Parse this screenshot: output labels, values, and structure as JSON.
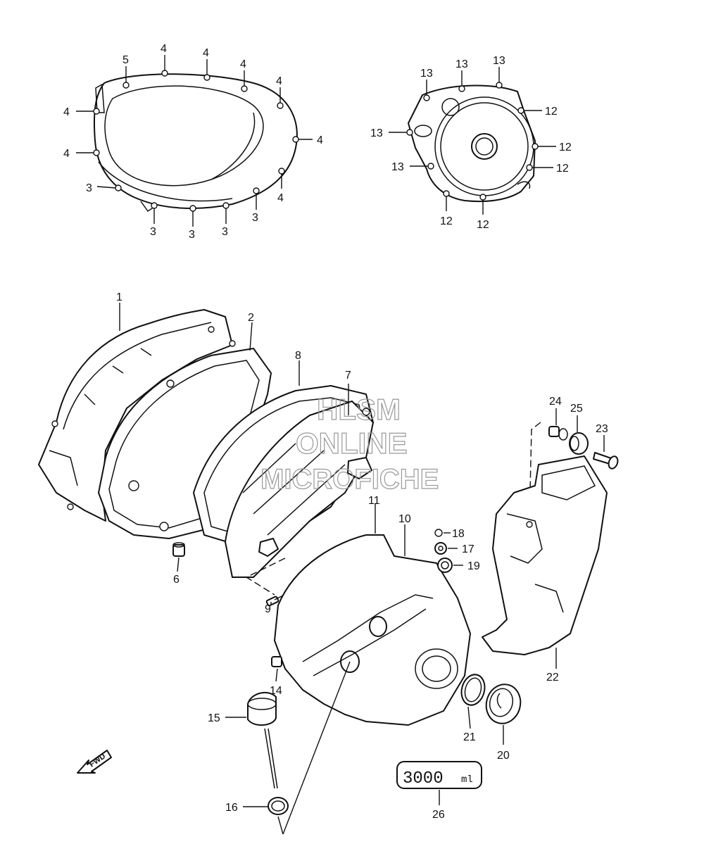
{
  "watermark": {
    "line1": "HLSM",
    "line2": "ONLINE",
    "line3": "MICROFICHE"
  },
  "direction_arrow": {
    "text": "FWD",
    "icon": "forward-arrow-icon"
  },
  "badge": {
    "big": "3000",
    "small": "ml"
  },
  "labels": {
    "p1": "1",
    "p2": "2",
    "p3": "3",
    "p4": "4",
    "p5": "5",
    "p6": "6",
    "p7": "7",
    "p8": "8",
    "p9": "9",
    "p10": "10",
    "p11": "11",
    "p12": "12",
    "p13": "13",
    "p14": "14",
    "p15": "15",
    "p16": "16",
    "p17": "17",
    "p18": "18",
    "p19": "19",
    "p20": "20",
    "p21": "21",
    "p22": "22",
    "p23": "23",
    "p24": "24",
    "p25": "25",
    "p26": "26"
  }
}
